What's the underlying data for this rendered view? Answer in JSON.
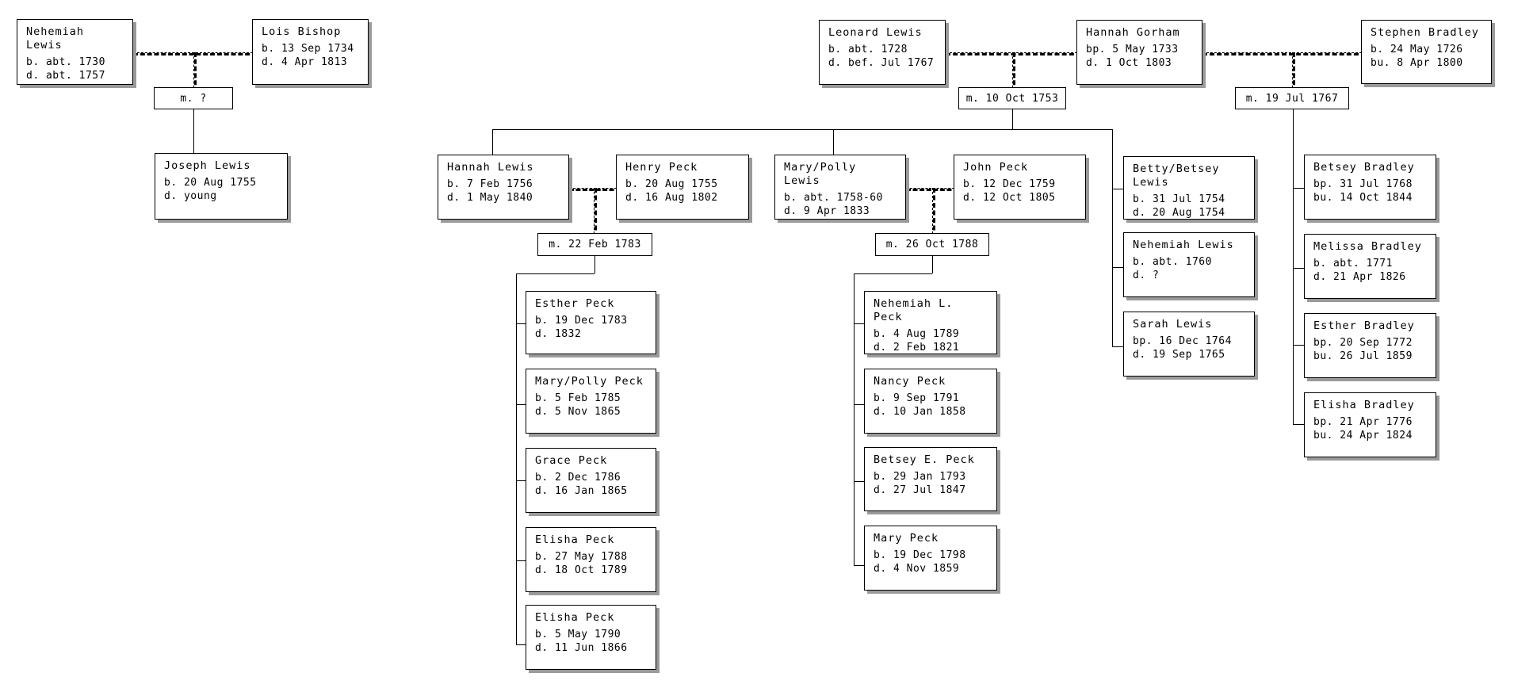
{
  "persons": {
    "nehemiah_lewis_sr": {
      "name": "Nehemiah Lewis",
      "line1": "b. abt. 1730",
      "line2": "d. abt. 1757"
    },
    "lois_bishop": {
      "name": "Lois Bishop",
      "line1": "b. 13 Sep 1734",
      "line2": "d. 4 Apr 1813"
    },
    "joseph_lewis": {
      "name": "Joseph Lewis",
      "line1": "b. 20 Aug 1755",
      "line2": "d. young"
    },
    "leonard_lewis": {
      "name": "Leonard Lewis",
      "line1": "b. abt. 1728",
      "line2": "d. bef. Jul 1767"
    },
    "hannah_gorham": {
      "name": "Hannah Gorham",
      "line1": "bp. 5 May 1733",
      "line2": "d. 1 Oct 1803"
    },
    "stephen_bradley": {
      "name": "Stephen Bradley",
      "line1": "b. 24 May 1726",
      "line2": "bu. 8 Apr 1800"
    },
    "hannah_lewis": {
      "name": "Hannah Lewis",
      "line1": "b. 7 Feb 1756",
      "line2": "d. 1 May 1840"
    },
    "henry_peck": {
      "name": "Henry Peck",
      "line1": "b. 20 Aug 1755",
      "line2": "d. 16 Aug 1802"
    },
    "mary_polly_lewis": {
      "name": "Mary/Polly Lewis",
      "line1": "b. abt. 1758-60",
      "line2": "d. 9 Apr 1833"
    },
    "john_peck": {
      "name": "John Peck",
      "line1": "b. 12 Dec 1759",
      "line2": "d. 12 Oct 1805"
    },
    "betty_betsey_lewis": {
      "name": "Betty/Betsey\nLewis",
      "line1": "b. 31 Jul 1754",
      "line2": "d. 20 Aug 1754"
    },
    "nehemiah_lewis_jr": {
      "name": "Nehemiah Lewis",
      "line1": "b. abt. 1760",
      "line2": "d. ?"
    },
    "sarah_lewis": {
      "name": "Sarah Lewis",
      "line1": "bp. 16 Dec 1764",
      "line2": "d. 19 Sep 1765"
    },
    "betsey_bradley": {
      "name": "Betsey Bradley",
      "line1": "bp. 31 Jul 1768",
      "line2": "bu. 14 Oct 1844"
    },
    "melissa_bradley": {
      "name": "Melissa Bradley",
      "line1": "b. abt. 1771",
      "line2": "d. 21 Apr 1826"
    },
    "esther_bradley": {
      "name": "Esther Bradley",
      "line1": "bp. 20 Sep 1772",
      "line2": "bu. 26 Jul 1859"
    },
    "elisha_bradley": {
      "name": "Elisha Bradley",
      "line1": "bp. 21 Apr 1776",
      "line2": "bu. 24 Apr 1824"
    },
    "esther_peck": {
      "name": "Esther Peck",
      "line1": "b. 19 Dec 1783",
      "line2": "d. 1832"
    },
    "mary_polly_peck": {
      "name": "Mary/Polly Peck",
      "line1": "b. 5 Feb 1785",
      "line2": "d. 5 Nov 1865"
    },
    "grace_peck": {
      "name": "Grace Peck",
      "line1": "b. 2 Dec 1786",
      "line2": "d. 16 Jan 1865"
    },
    "elisha_peck_1": {
      "name": "Elisha Peck",
      "line1": "b. 27 May 1788",
      "line2": "d. 18 Oct 1789"
    },
    "elisha_peck_2": {
      "name": "Elisha Peck",
      "line1": "b. 5 May 1790",
      "line2": "d. 11 Jun 1866"
    },
    "nehemiah_l_peck": {
      "name": "Nehemiah L. Peck",
      "line1": "b. 4 Aug 1789",
      "line2": "d. 2 Feb 1821"
    },
    "nancy_peck": {
      "name": "Nancy Peck",
      "line1": "b. 9 Sep 1791",
      "line2": "d. 10 Jan 1858"
    },
    "betsey_e_peck": {
      "name": "Betsey E. Peck",
      "line1": "b. 29 Jan 1793",
      "line2": "d. 27 Jul 1847"
    },
    "mary_peck": {
      "name": "Mary Peck",
      "line1": "b. 19 Dec 1798",
      "line2": "d. 4 Nov 1859"
    }
  },
  "marriages": {
    "nehemiah_lois": {
      "label": "m. ?"
    },
    "hannah_henry": {
      "label": "m. 22 Feb 1783"
    },
    "mary_john": {
      "label": "m. 26 Oct 1788"
    },
    "leonard_hannah": {
      "label": "m. 10 Oct 1753"
    },
    "hannah_stephen": {
      "label": "m. 19 Jul 1767"
    }
  },
  "families": [
    {
      "partners": [
        "Nehemiah Lewis",
        "Lois Bishop"
      ],
      "marriage": "m. ?",
      "children": [
        "Joseph Lewis"
      ]
    },
    {
      "partners": [
        "Leonard Lewis",
        "Hannah Gorham"
      ],
      "marriage": "m. 10 Oct 1753",
      "children": [
        "Hannah Lewis",
        "Mary/Polly Lewis",
        "Betty/Betsey Lewis",
        "Nehemiah Lewis",
        "Sarah Lewis"
      ]
    },
    {
      "partners": [
        "Hannah Gorham",
        "Stephen Bradley"
      ],
      "marriage": "m. 19 Jul 1767",
      "children": [
        "Betsey Bradley",
        "Melissa Bradley",
        "Esther Bradley",
        "Elisha Bradley"
      ]
    },
    {
      "partners": [
        "Hannah Lewis",
        "Henry Peck"
      ],
      "marriage": "m. 22 Feb 1783",
      "children": [
        "Esther Peck",
        "Mary/Polly Peck",
        "Grace Peck",
        "Elisha Peck",
        "Elisha Peck"
      ]
    },
    {
      "partners": [
        "Mary/Polly Lewis",
        "John Peck"
      ],
      "marriage": "m. 26 Oct 1788",
      "children": [
        "Nehemiah L. Peck",
        "Nancy Peck",
        "Betsey E. Peck",
        "Mary Peck"
      ]
    }
  ]
}
